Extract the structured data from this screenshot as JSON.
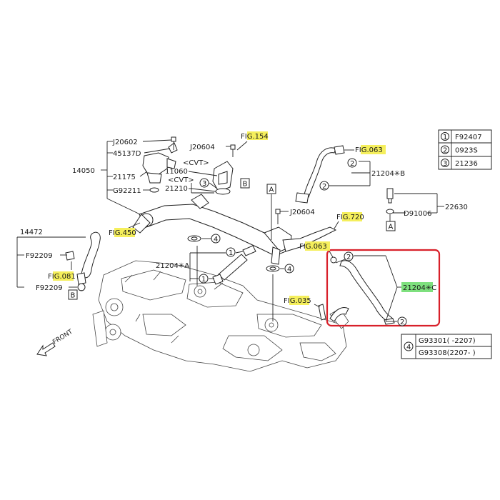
{
  "colors": {
    "highlight_yellow": "#f5ef5c",
    "highlight_green": "#7ee07e",
    "frame_red": "#d8202a"
  },
  "labels": {
    "j20602": "J20602",
    "p45137d": "45137D",
    "p14050": "14050",
    "p21175": "21175",
    "g92211": "G92211",
    "j20604_top": "J20604",
    "cvt_top": "<CVT>",
    "p11060": "11060",
    "cvt_mid": "<CVT>",
    "p21210": "21210",
    "fig154_pre": "F",
    "fig154_hl": "IG.15",
    "fig154_post": "4",
    "fig063_top_pre": "F",
    "fig063_top_hl": "IG.063",
    "p21204b": "21204✳B",
    "p22630": "22630",
    "d91006": "D91006",
    "j20604_mid": "J20604",
    "fig720_pre": "F",
    "fig720_hl": "IG.72",
    "fig720_post": "0",
    "fig450_pre": "F",
    "fig450_hl": "IG.45",
    "fig450_post": "0",
    "p14472": "14472",
    "f92209_a": "F92209",
    "fig081_pre": "F",
    "fig081_hl": "IG.08",
    "fig081_post": "1",
    "f92209_b": "F92209",
    "p21204a": "21204✳A",
    "fig063_mid_pre": "F",
    "fig063_mid_hl": "IG.063",
    "fig035_pre": "F",
    "fig035_hl": "IG.03",
    "fig035_post": "5",
    "p21204c_hl": "21204✳",
    "p21204c_post": "C",
    "front": "FRONT",
    "box_a_top": "A",
    "box_a_right": "A",
    "box_b_mid": "B",
    "box_b_left": "B",
    "c1a": "1",
    "c1b": "1",
    "c2a": "2",
    "c2b": "2",
    "c2c": "2",
    "c2d": "2",
    "c3a": "3",
    "c4a": "4",
    "c4b": "4"
  },
  "legend_top": [
    {
      "num": "1",
      "code": "F92407"
    },
    {
      "num": "2",
      "code": "0923S"
    },
    {
      "num": "3",
      "code": "21236"
    }
  ],
  "legend_bottom": {
    "num": "4",
    "rows": [
      {
        "code": "G93301",
        "range": "( -2207)"
      },
      {
        "code": "G93308",
        "range": "(2207- )"
      }
    ]
  }
}
